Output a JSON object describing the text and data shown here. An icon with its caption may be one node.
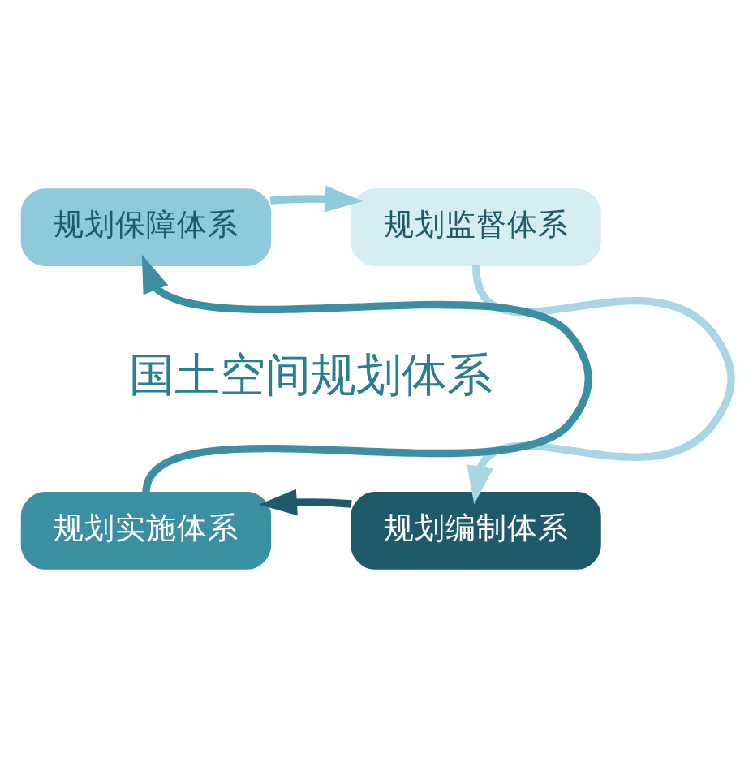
{
  "diagram": {
    "nodes": [
      {
        "text": [
          "规划保障体系"
        ]
      },
      {
        "text": [
          "规划监督体系"
        ]
      },
      {
        "text": [
          "国土空间规划体系"
        ]
      },
      {
        "text": [
          "规划实施体系"
        ]
      },
      {
        "text": [
          "规划编制体系"
        ]
      }
    ],
    "edges": [
      {
        "from": 0,
        "to": 1,
        "arrow": "to",
        "color": "#8ec9dc"
      },
      {
        "from": 1,
        "to": 4,
        "arrow": "to",
        "color": "#a9d6e5"
      },
      {
        "from": 4,
        "to": 3,
        "arrow": "to",
        "color": "#1f5a6a"
      },
      {
        "from": 3,
        "to": 0,
        "arrow": "to",
        "color": "#3a8fa3"
      }
    ]
  }
}
